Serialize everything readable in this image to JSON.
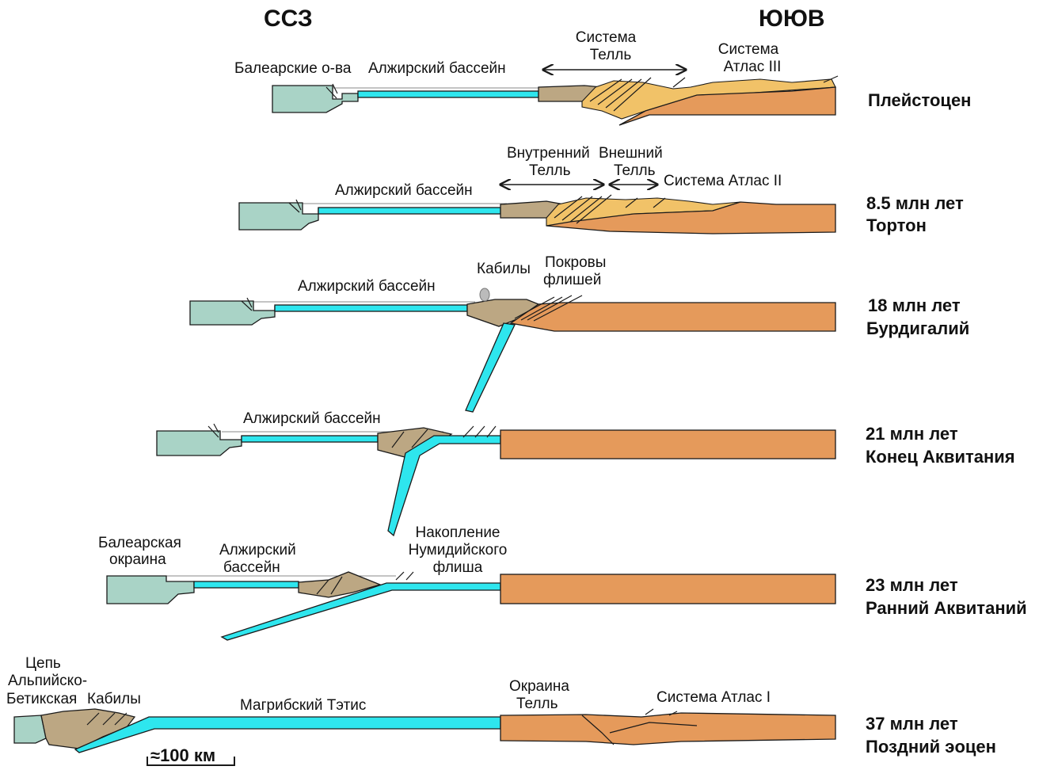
{
  "directions": {
    "left": "ССЗ",
    "right": "ЮЮВ"
  },
  "scale_bar": "≈100 км",
  "colors": {
    "oceanic_crust": "#2ee6ee",
    "european_margin": "#a9d3c6",
    "african_margin": "#e59a5b",
    "accretionary": "#bca783",
    "tell_nappes": "#f1c268"
  },
  "stages": [
    {
      "age": "Плейстоцен",
      "period": "",
      "labels": {
        "baleares": "Балеарские о-ва",
        "basin": "Алжирский  бассейн",
        "tell_system_1": "Система",
        "tell_system_2": "Телль",
        "atlas_1": "Система",
        "atlas_2": "Атлас III"
      }
    },
    {
      "age": "8.5 млн  лет",
      "period": "Тортон",
      "labels": {
        "basin": "Алжирский  бассейн",
        "inner_1": "Внутренний",
        "inner_2": "Телль",
        "outer_1": "Внешний",
        "outer_2": "Телль",
        "atlas": "Система  Атлас II"
      }
    },
    {
      "age": "18 млн  лет",
      "period": "Бурдигалий",
      "labels": {
        "basin": "Алжирский  бассейн",
        "kabyles": "Кабилы",
        "flysch_1": "Покровы",
        "flysch_2": "флишей"
      }
    },
    {
      "age": "21 млн  лет",
      "period": "Конец Аквитания",
      "labels": {
        "basin": "Алжирский  бассейн"
      }
    },
    {
      "age": "23 млн  лет",
      "period": "Ранний Аквитаний",
      "labels": {
        "margin_1": "Балеарская",
        "margin_2": "окраина",
        "basin_1": "Алжирский",
        "basin_2": "бассейн",
        "numid_1": "Накопление",
        "numid_2": "Нумидийского",
        "numid_3": "флиша"
      }
    },
    {
      "age": "37 млн  лет",
      "period": "Поздний эоцен",
      "labels": {
        "chain_1": "Цепь",
        "chain_2": "Альпийско-",
        "chain_3": "Бетикская",
        "kabyles": "Кабилы",
        "tethys": "Магрибский Тэтис",
        "margin_1": "Окраина",
        "margin_2": "Телль",
        "atlas": "Система Атлас I"
      }
    }
  ]
}
